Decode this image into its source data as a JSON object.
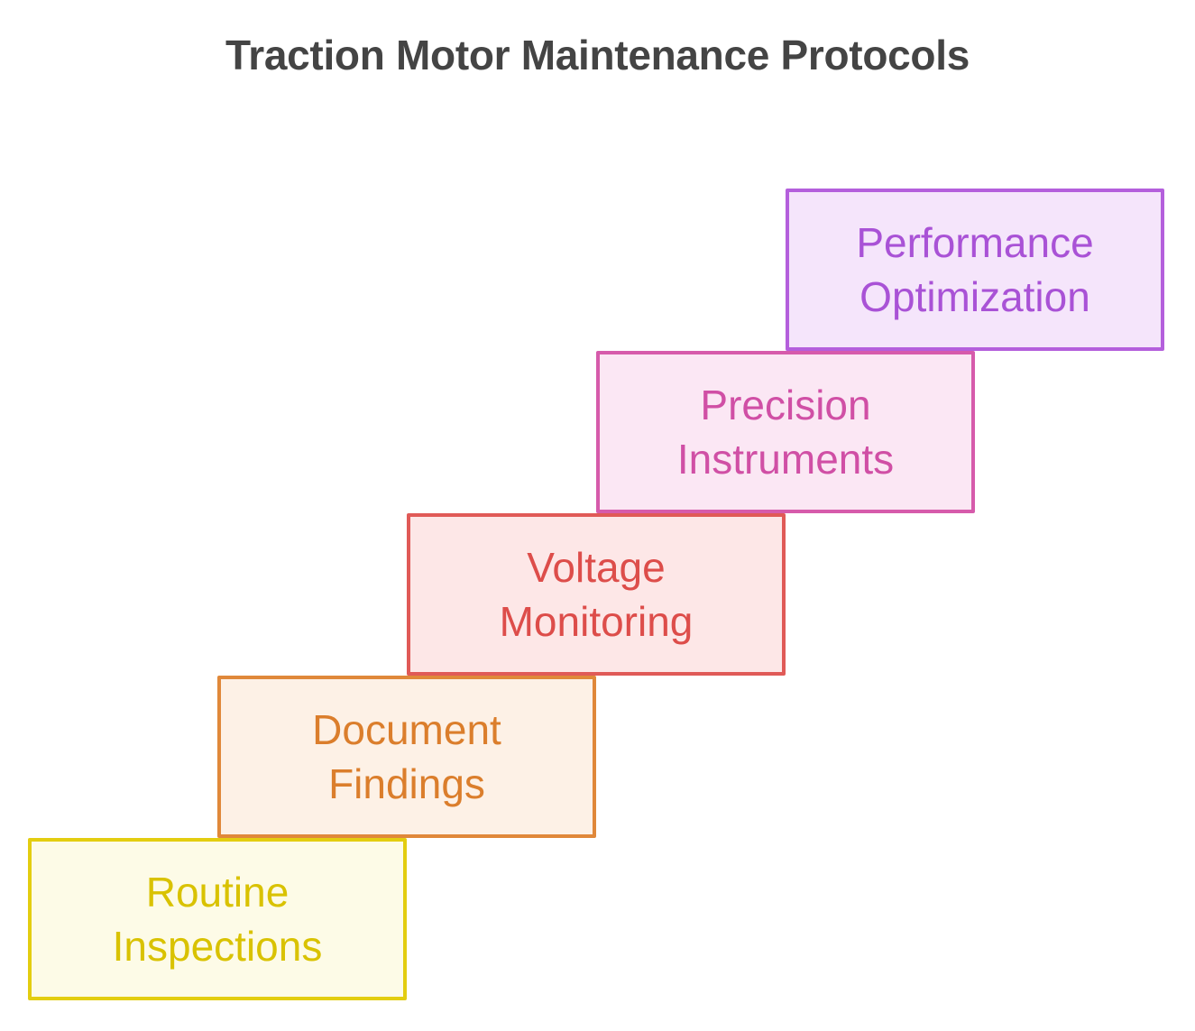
{
  "title": "Traction Motor Maintenance Protocols",
  "steps": [
    {
      "line1": "Routine",
      "line2": "Inspections",
      "border": "#e3cd10",
      "fill": "#fdfbe7",
      "text": "#d9c200"
    },
    {
      "line1": "Document",
      "line2": "Findings",
      "border": "#e0883a",
      "fill": "#fdf1e6",
      "text": "#db7e2c"
    },
    {
      "line1": "Voltage",
      "line2": "Monitoring",
      "border": "#e05a57",
      "fill": "#fde7e7",
      "text": "#dd4d4a"
    },
    {
      "line1": "Precision",
      "line2": "Instruments",
      "border": "#d65bab",
      "fill": "#fbe7f4",
      "text": "#d04fa5"
    },
    {
      "line1": "Performance",
      "line2": "Optimization",
      "border": "#b45fdc",
      "fill": "#f5e5fb",
      "text": "#a952d6"
    }
  ]
}
